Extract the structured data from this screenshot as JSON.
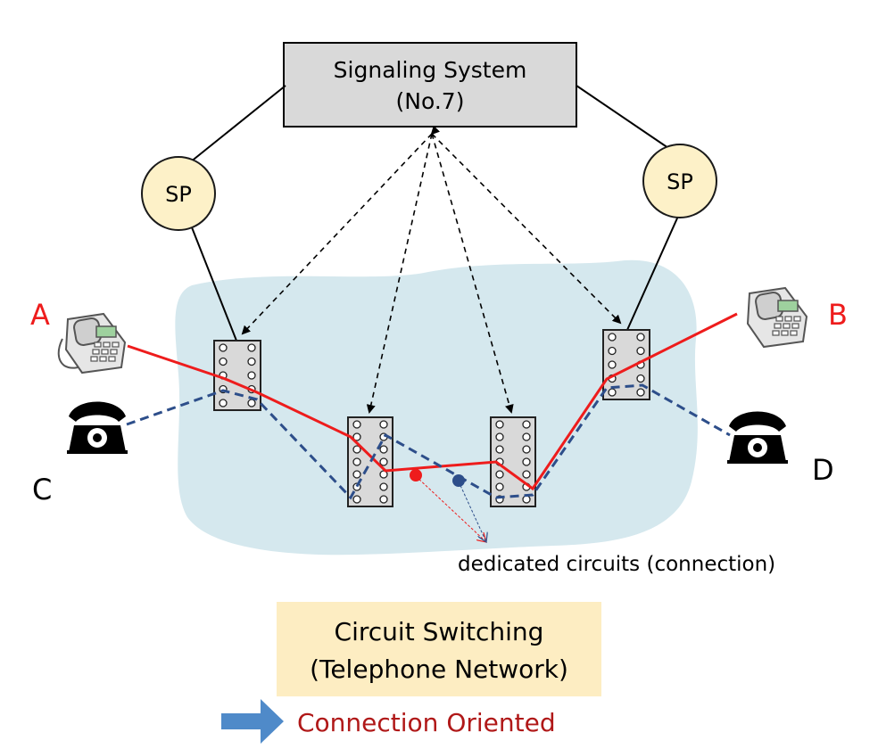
{
  "signaling_system": {
    "line1": "Signaling System",
    "line2": "(No.7)"
  },
  "signal_points": {
    "left": "SP",
    "right": "SP"
  },
  "endpoints": {
    "a": "A",
    "b": "B",
    "c": "C",
    "d": "D"
  },
  "callout": "dedicated circuits (connection)",
  "caption": {
    "line1": "Circuit Switching",
    "line2": "(Telephone Network)"
  },
  "result": "Connection Oriented",
  "colors": {
    "red_path": "#ee1c1c",
    "blue_path": "#2d4e8a",
    "cloud": "#d5e8ee",
    "switch_fill": "#d9d9d9",
    "sp_fill": "#fdf1c8",
    "caption_fill": "#fdedc2",
    "arrow": "#4f8ac9",
    "result_text": "#b01818"
  },
  "icons": {
    "phone_a": "desk-phone-icon",
    "phone_b": "desk-phone-icon",
    "phone_c": "rotary-phone-icon",
    "phone_d": "rotary-phone-icon"
  }
}
